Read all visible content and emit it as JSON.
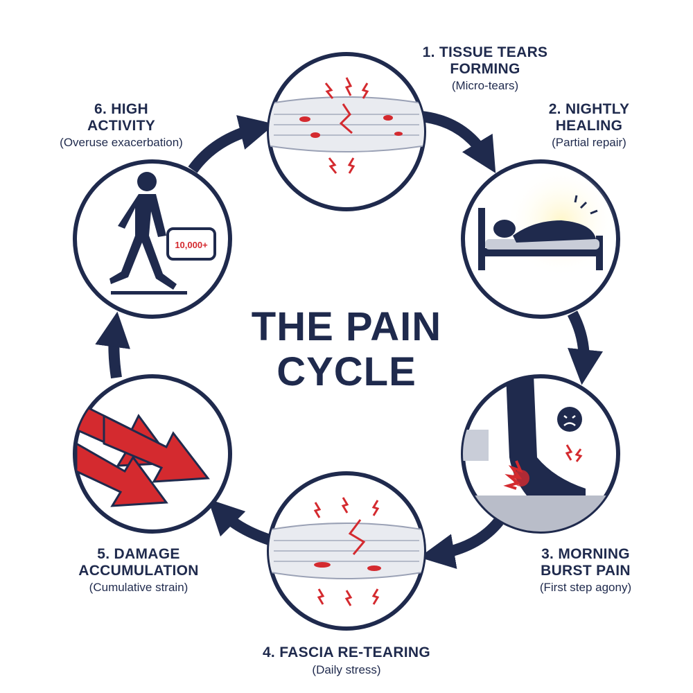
{
  "title_line1": "THE PAIN",
  "title_line2": "CYCLE",
  "steps": [
    {
      "title_line1": "1. TISSUE TEARS",
      "title_line2": "FORMING",
      "subtitle": "(Micro-tears)"
    },
    {
      "title_line1": "2. NIGHTLY",
      "title_line2": "HEALING",
      "subtitle": "(Partial repair)"
    },
    {
      "title_line1": "3. MORNING",
      "title_line2": "BURST PAIN",
      "subtitle": "(First step agony)"
    },
    {
      "title_line1": "4. FASCIA RE-TEARING",
      "title_line2": "",
      "subtitle": "(Daily stress)"
    },
    {
      "title_line1": "5. DAMAGE",
      "title_line2": "ACCUMULATION",
      "subtitle": "(Cumulative strain)"
    },
    {
      "title_line1": "6. HIGH",
      "title_line2": "ACTIVITY",
      "subtitle": "(Overuse exacerbation)"
    }
  ],
  "step_counter_text": "10,000+",
  "colors": {
    "navy": "#1f2a4d",
    "red": "#d42a2f",
    "tissue": "#e9ebf0",
    "white": "#ffffff"
  },
  "icons": [
    "torn-tissue-icon",
    "sleeping-person-icon",
    "heel-pain-icon",
    "fascia-tear-icon",
    "downward-arrows-icon",
    "walking-person-icon"
  ]
}
